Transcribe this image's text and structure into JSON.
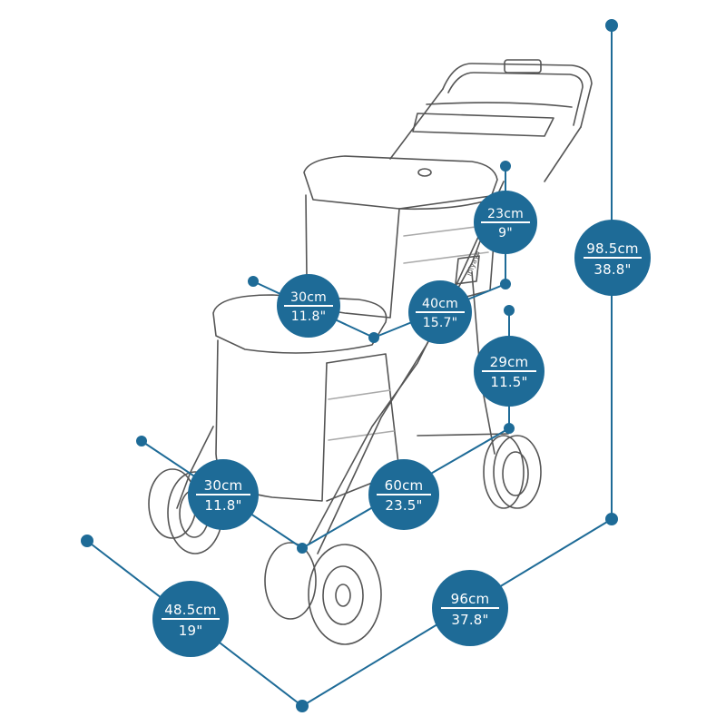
{
  "colors": {
    "accent": "#1e6b97",
    "outline": "#555555"
  },
  "dimensions": {
    "total_height": {
      "metric": "98.5cm",
      "imperial": "38.8\""
    },
    "top_seat_height": {
      "metric": "23cm",
      "imperial": "9\""
    },
    "top_seat_width": {
      "metric": "30cm",
      "imperial": "11.8\""
    },
    "top_seat_length": {
      "metric": "40cm",
      "imperial": "15.7\""
    },
    "bottom_seat_height": {
      "metric": "29cm",
      "imperial": "11.5\""
    },
    "bottom_seat_width": {
      "metric": "30cm",
      "imperial": "11.8\""
    },
    "bottom_seat_length": {
      "metric": "60cm",
      "imperial": "23.5\""
    },
    "total_width": {
      "metric": "48.5cm",
      "imperial": "19\""
    },
    "total_length": {
      "metric": "96cm",
      "imperial": "37.8\""
    }
  },
  "brand_mark": "ibiyaya"
}
